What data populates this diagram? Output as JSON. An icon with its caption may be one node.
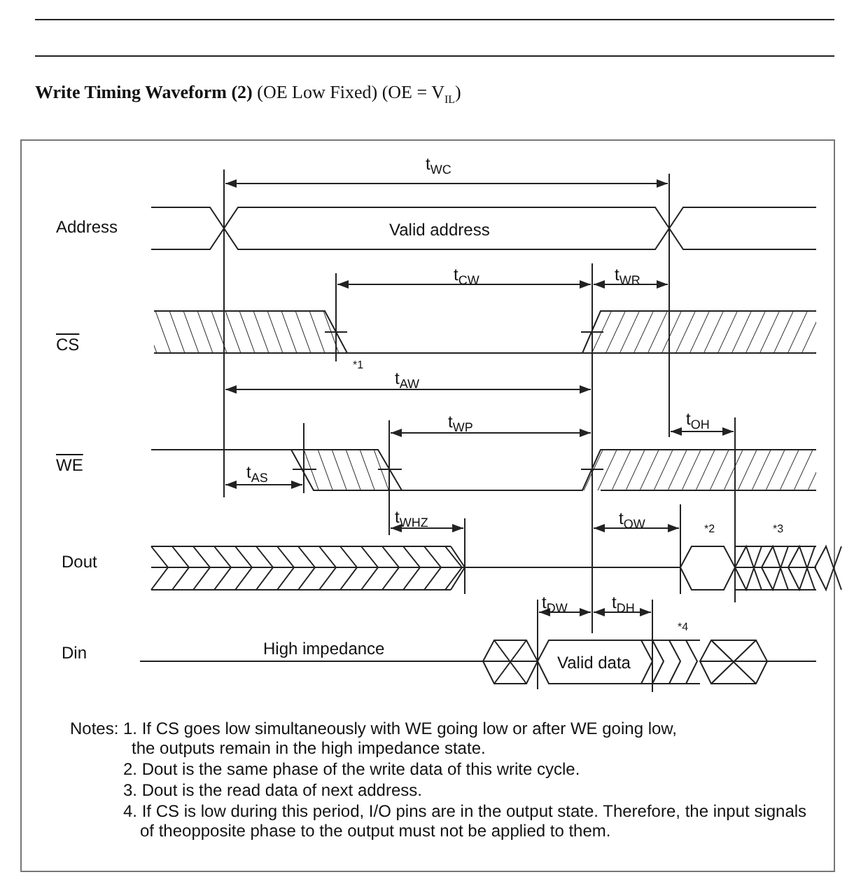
{
  "diagram": {
    "title": "**Write Timing Waveform (2)** (OE Low Fixed) (OE = V$_{IL}$)",
    "labels": [
      "t$_{WC}$",
      "Address",
      "Valid address",
      "t$_{CW}$",
      "t$_{WR}$",
      "CS",
      "*1",
      "t$_{AW}$",
      "t$_{WP}$",
      "t$_{OH}$",
      "WE",
      "t$_{AS}$",
      "t$_{WHZ}$",
      "t$_{OW}$",
      "*2",
      "*3",
      "Dout",
      "t$_{DW}$",
      "t$_{DH}$",
      "*4",
      "Din",
      "High impedance",
      "Valid data",
      "Notes:",
      "1. If CS goes low simultaneously with WE going low or after WE going low, the outputs remain in the high impedance state.",
      "2. Dout is the same phase of the write data of this write cycle.",
      "3. Dout is the read data of next address.",
      "4. If CS is low during this period, I/O pins are in the output state.  Therefore, the input signals of theopposite phase to the output must not be applied to them."
    ]
  }
}
